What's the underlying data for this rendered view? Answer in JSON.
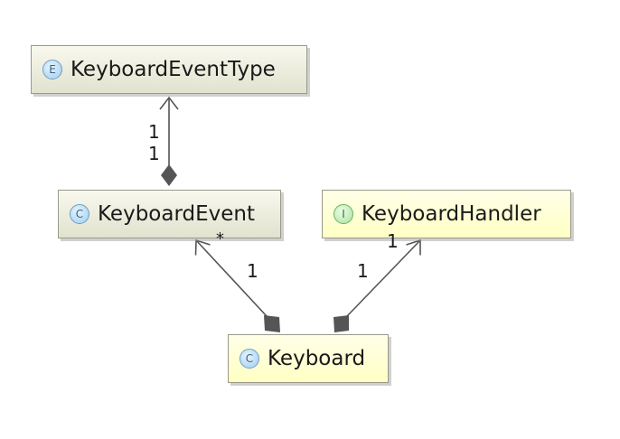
{
  "nodes": {
    "keyboard_event_type": {
      "badge": "E",
      "name": "KeyboardEventType",
      "kind": "enum"
    },
    "keyboard_event": {
      "badge": "C",
      "name": "KeyboardEvent",
      "kind": "class"
    },
    "keyboard_handler": {
      "badge": "I",
      "name": "KeyboardHandler",
      "kind": "interface"
    },
    "keyboard": {
      "badge": "C",
      "name": "Keyboard",
      "kind": "class"
    }
  },
  "edges": {
    "event_to_type": {
      "source": "KeyboardEvent",
      "target": "KeyboardEventType",
      "type": "composition",
      "mult_top": "1",
      "mult_bottom": "1"
    },
    "keyboard_to_event": {
      "source": "Keyboard",
      "target": "KeyboardEvent",
      "type": "composition",
      "mult_target": "*",
      "mult_mid": "1"
    },
    "keyboard_to_handler": {
      "source": "Keyboard",
      "target": "KeyboardHandler",
      "type": "composition",
      "mult_target": "1",
      "mult_mid": "1"
    }
  },
  "colors": {
    "line": "#555555",
    "gray_box": "#e2e2cf",
    "yellow_box": "#ffffc4",
    "class_badge": "#9fcdee",
    "interface_badge": "#a9e09d"
  }
}
